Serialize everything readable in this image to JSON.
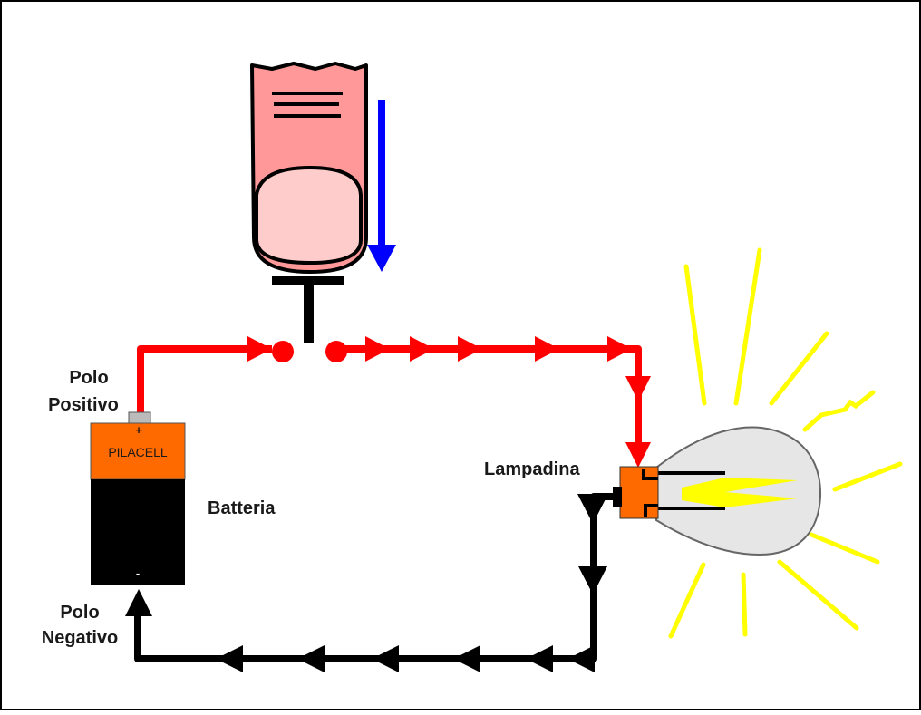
{
  "labels": {
    "polo_positivo_line1": "Polo",
    "polo_positivo_line2": "Positivo",
    "polo_negativo_line1": "Polo",
    "polo_negativo_line2": "Negativo",
    "batteria": "Batteria",
    "lampadina": "Lampadina",
    "battery_brand": "PILACELL",
    "battery_plus": "+",
    "battery_minus": "-"
  },
  "colors": {
    "positive_wire": "#ff0000",
    "negative_wire": "#000000",
    "battery_top": "#ff6a00",
    "battery_body": "#000000",
    "button_cap": "#ff9999",
    "button_face": "#ffcccc",
    "press_arrow": "#0000ff",
    "light_rays": "#ffff00",
    "bulb_glass": "#e8e8e8",
    "bulb_socket": "#ff6a00"
  },
  "icons": {
    "switch": "push-button-switch-icon",
    "press_direction": "down-arrow-icon",
    "bulb": "light-bulb-icon",
    "battery": "battery-icon"
  }
}
